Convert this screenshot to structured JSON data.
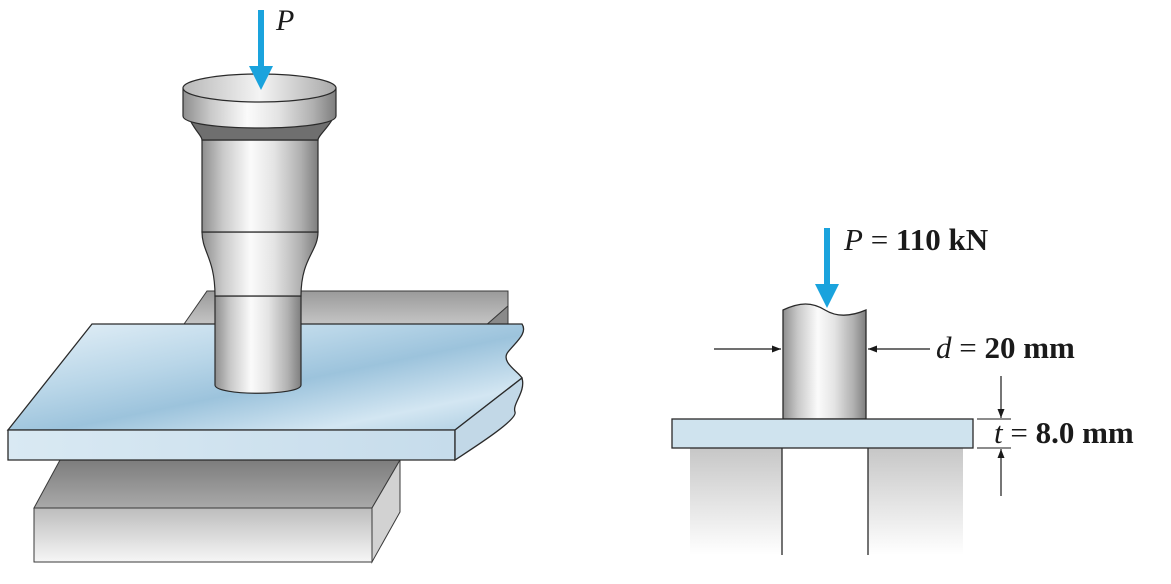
{
  "left_figure": {
    "load_symbol": "P"
  },
  "right_figure": {
    "load": {
      "symbol": "P",
      "equals": "=",
      "value": "110 kN"
    },
    "diameter": {
      "symbol": "d",
      "equals": "=",
      "value": "20 mm"
    },
    "thickness": {
      "symbol": "t",
      "equals": "=",
      "value": "8.0 mm"
    }
  },
  "colors": {
    "load_arrow": "#1aa3dd",
    "plate": "#cfe3ee",
    "outline": "#2a2a2a"
  }
}
